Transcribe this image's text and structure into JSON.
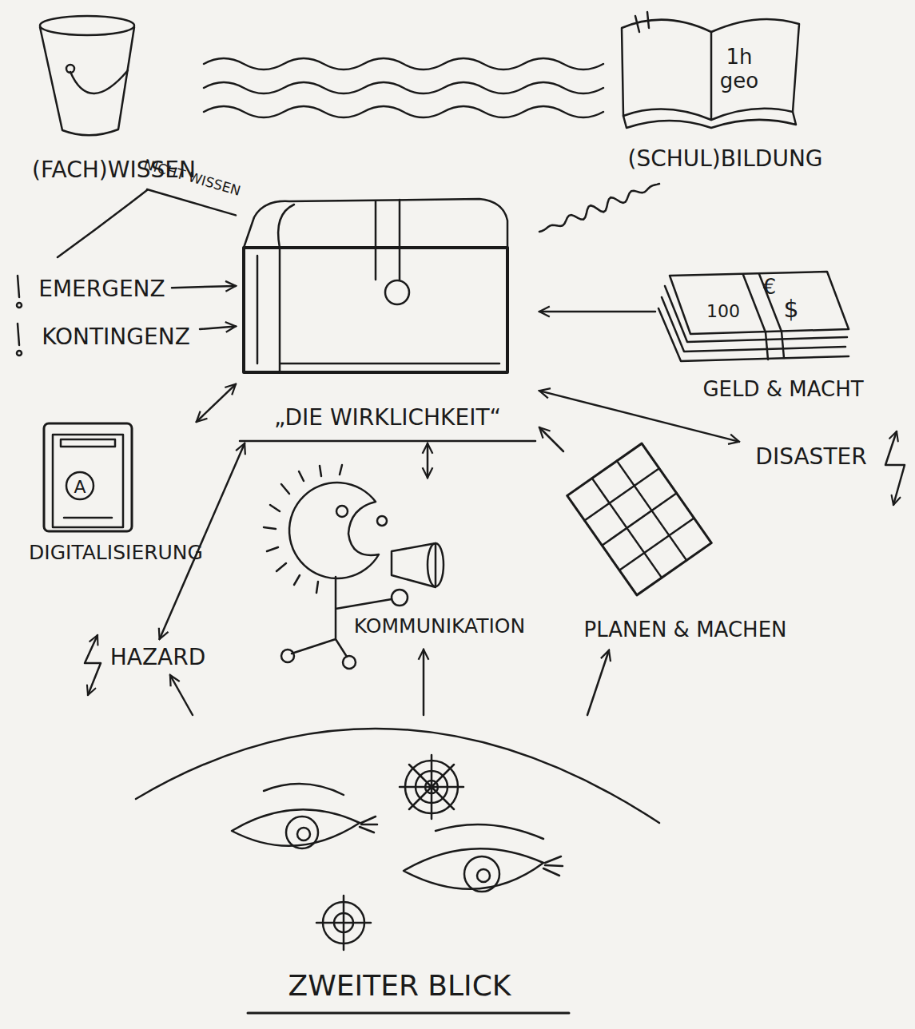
{
  "diagram": {
    "nodes": [
      {
        "text": [
          "(FACH)WISSEN"
        ]
      },
      {
        "text": [
          "1h geo",
          "(SCHUL)BILDUNG"
        ]
      },
      {
        "text": [
          "„DIE WIRKLICHKEIT“"
        ]
      },
      {
        "text": [
          "EMERGENZ"
        ]
      },
      {
        "text": [
          "KONTINGENZ"
        ]
      },
      {
        "text": [
          "100",
          "€",
          "$",
          "GELD & MACHT"
        ]
      },
      {
        "text": [
          "DISASTER"
        ]
      },
      {
        "text": [
          "A",
          "DIGITALISIERUNG"
        ]
      },
      {
        "text": [
          "KOMMUNIKATION"
        ]
      },
      {
        "text": [
          "PLANEN & MACHEN"
        ]
      },
      {
        "text": [
          "HAZARD"
        ]
      },
      {
        "text": [
          "ZWEITER BLICK"
        ]
      }
    ],
    "edges": [
      {
        "from": 0,
        "to": 2,
        "label": "NICHT WISSEN",
        "arrow": "none"
      },
      {
        "from": 1,
        "to": 2,
        "arrow": "none"
      },
      {
        "from": 3,
        "to": 2,
        "arrow": "to"
      },
      {
        "from": 4,
        "to": 2,
        "arrow": "to"
      },
      {
        "from": 2,
        "to": 7,
        "arrow": "both"
      },
      {
        "from": 5,
        "to": 2,
        "arrow": "to"
      },
      {
        "from": 2,
        "to": 6,
        "arrow": "both"
      },
      {
        "from": 10,
        "to": 2,
        "arrow": "both"
      },
      {
        "from": 8,
        "to": 2,
        "arrow": "both"
      },
      {
        "from": 9,
        "to": 2,
        "arrow": "to"
      },
      {
        "from": 11,
        "to": 10,
        "arrow": "to"
      },
      {
        "from": 11,
        "to": 8,
        "arrow": "to"
      },
      {
        "from": 11,
        "to": 9,
        "arrow": "to"
      }
    ]
  }
}
